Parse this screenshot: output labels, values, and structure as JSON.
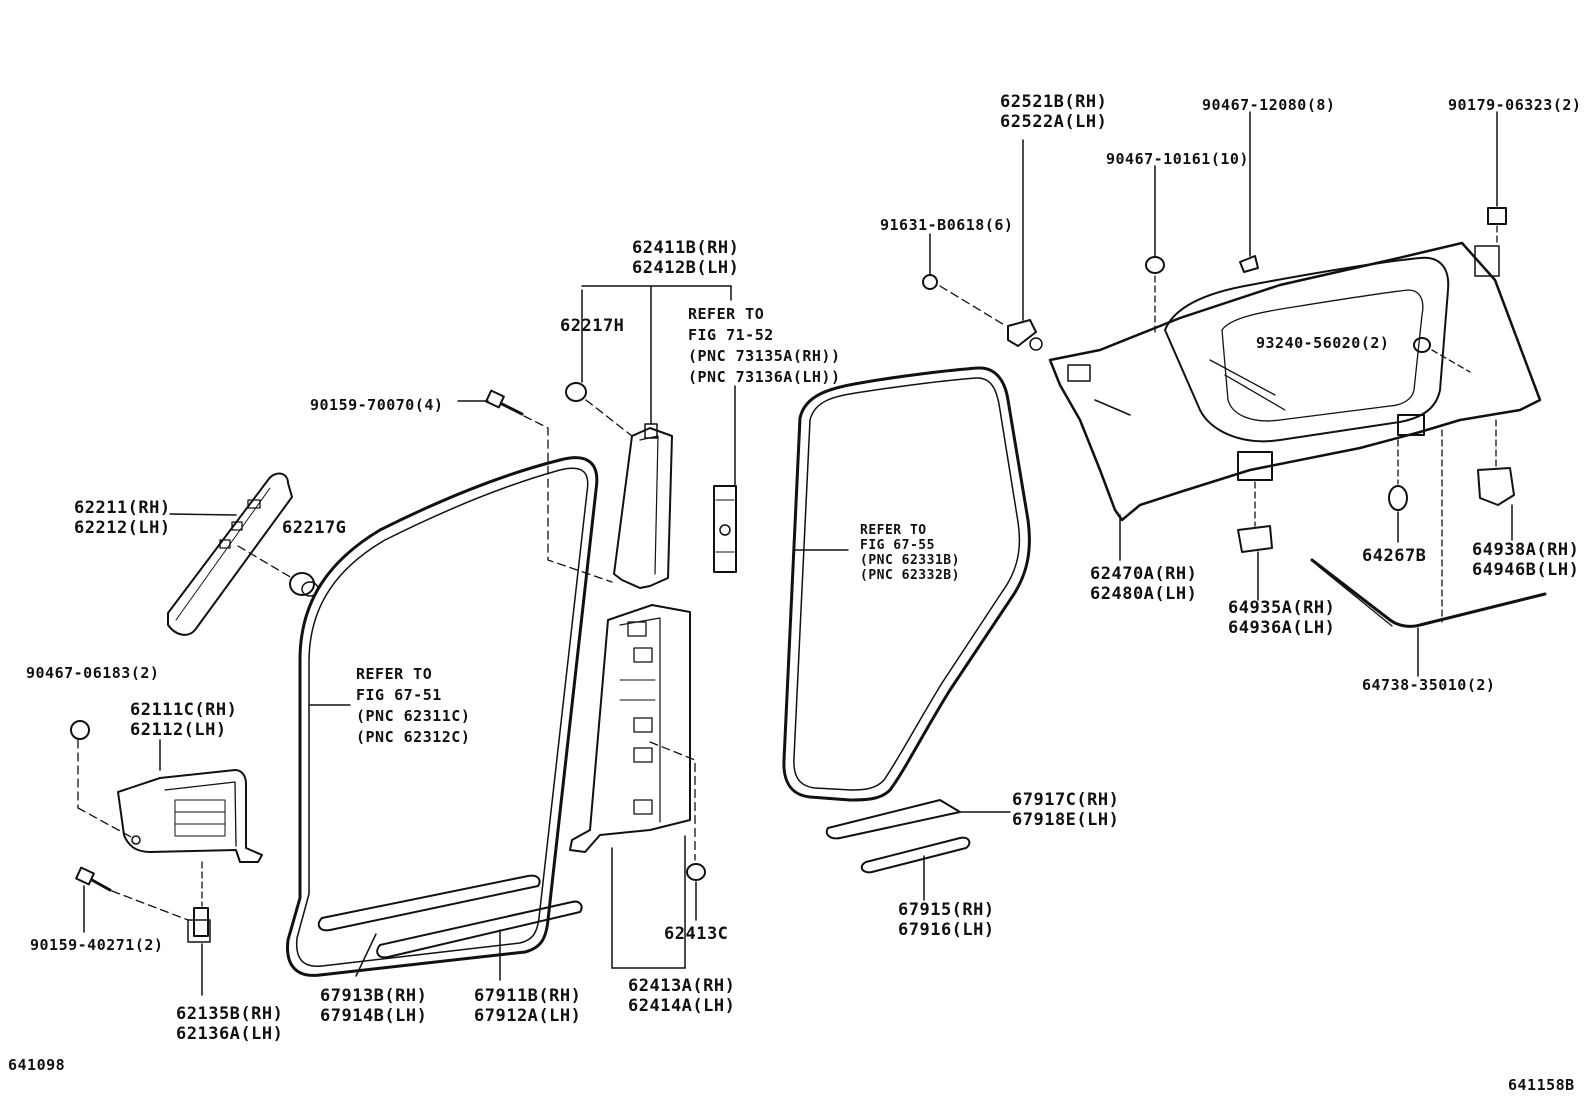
{
  "diagram": {
    "labels": {
      "p62521": [
        "62521B(RH)",
        "62522A(LH)"
      ],
      "p90467_12080": "90467-12080(8)",
      "p90179": "90179-06323(2)",
      "p90467_10161": "90467-10161(10)",
      "p91631": "91631-B0618(6)",
      "p62411": [
        "62411B(RH)",
        "62412B(LH)"
      ],
      "p62217h": "62217H",
      "ref_fig71": [
        "REFER TO",
        "FIG 71-52",
        "(PNC 73135A(RH))",
        "(PNC 73136A(LH))"
      ],
      "p90159_70070": "90159-70070(4)",
      "p93240": "93240-56020(2)",
      "p62211": [
        "62211(RH)",
        "62212(LH)"
      ],
      "p62217g": "62217G",
      "ref_fig67_55": [
        "REFER TO",
        "FIG 67-55",
        "(PNC 62331B)",
        "(PNC 62332B)"
      ],
      "p62470": [
        "62470A(RH)",
        "62480A(LH)"
      ],
      "p64267": "64267B",
      "p64938": [
        "64938A(RH)",
        "64946B(LH)"
      ],
      "p64935": [
        "64935A(RH)",
        "64936A(LH)"
      ],
      "p64738": "64738-35010(2)",
      "p90467_06183": "90467-06183(2)",
      "p62111": [
        "62111C(RH)",
        "62112(LH)"
      ],
      "ref_fig67_51": [
        "REFER TO",
        "FIG 67-51",
        "(PNC 62311C)",
        "(PNC 62312C)"
      ],
      "p67917": [
        "67917C(RH)",
        "67918E(LH)"
      ],
      "p67915": [
        "67915(RH)",
        "67916(LH)"
      ],
      "p90159_40271": "90159-40271(2)",
      "p62413c": "62413C",
      "p62135": [
        "62135B(RH)",
        "62136A(LH)"
      ],
      "p67913": [
        "67913B(RH)",
        "67914B(LH)"
      ],
      "p67911": [
        "67911B(RH)",
        "67912A(LH)"
      ],
      "p62413a": [
        "62413A(RH)",
        "62414A(LH)"
      ],
      "code_left": "641098",
      "code_right": "641158B"
    }
  }
}
